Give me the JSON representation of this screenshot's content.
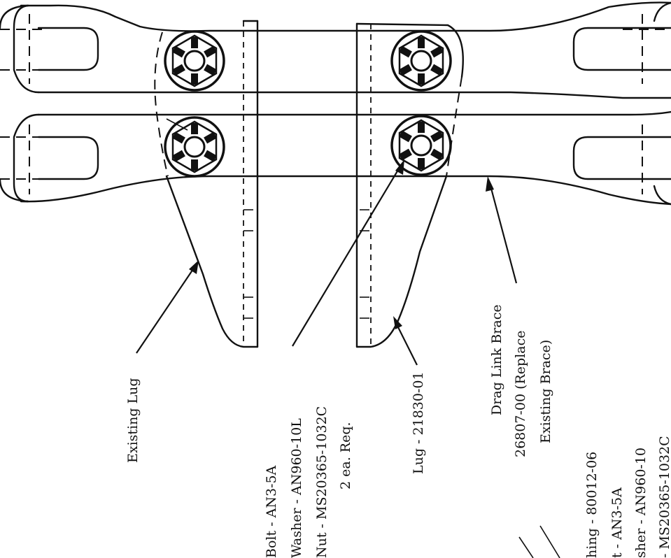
{
  "labels": {
    "existing_lug": "Existing Lug",
    "bolt_callout": [
      "Bolt - AN3-5A",
      "Washer - AN960-10L",
      "Nut - MS20365-1032C",
      "2 ea. Req."
    ],
    "lug": "Lug - 21830-01",
    "drag_link_brace": [
      "Drag Link Brace",
      "26807-00 (Replace",
      "Existing Brace)"
    ],
    "bushing_callout": [
      "hing - 80012-06",
      "t - AN3-5A",
      "sher - AN960-10",
      "- MS20365-1032C"
    ]
  }
}
